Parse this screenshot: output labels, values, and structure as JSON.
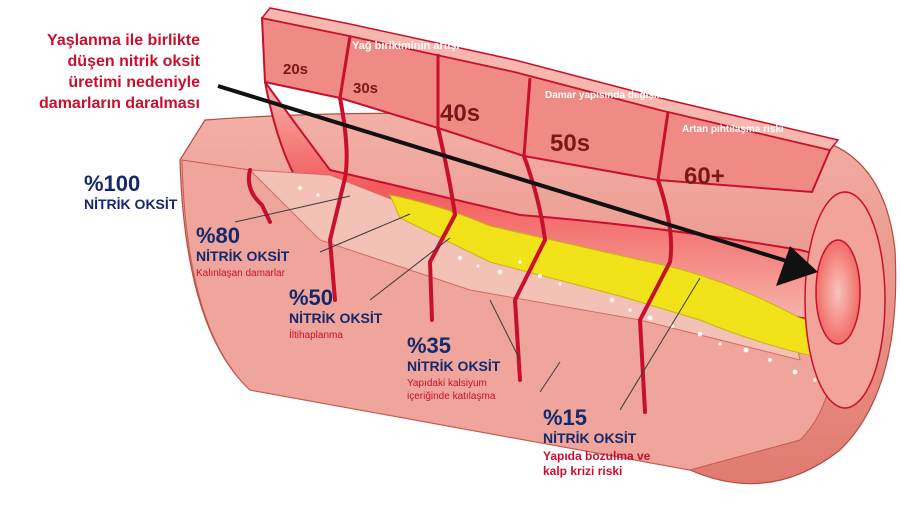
{
  "headline": "Yaşlanma ile birlikte düşen nitrik oksit üretimi nedeniyle damarların daralması",
  "band": {
    "ages": [
      "20s",
      "30s",
      "40s",
      "50s",
      "60+"
    ],
    "captions": {
      "fat_buildup": "Yağ birikiminin artışı",
      "structure_change": "Damar yapısında değişim",
      "clot_risk": "Artan pıhtılaşma riski"
    }
  },
  "levels": [
    {
      "percent": "%100",
      "label": "NİTRİK OKSİT",
      "note": ""
    },
    {
      "percent": "%80",
      "label": "NİTRİK OKSİT",
      "note": "Kalınlaşan damarlar"
    },
    {
      "percent": "%50",
      "label": "NİTRİK OKSİT",
      "note": "İltihaplanma"
    },
    {
      "percent": "%35",
      "label": "NİTRİK OKSİT",
      "note": "Yapıdaki kalsiyum içeriğinde katılaşma"
    },
    {
      "percent": "%15",
      "label": "NİTRİK OKSİT",
      "note": "Yapıda bozulma ve kalp krizi riski"
    }
  ],
  "colors": {
    "wall": "#e98f86",
    "inner": "#f25a5a",
    "band": "#f07a74",
    "divider": "#c8102e",
    "plaque": "#f2e21a",
    "arrow": "#111111",
    "text_blue": "#14296b",
    "text_red": "#c8102e"
  }
}
